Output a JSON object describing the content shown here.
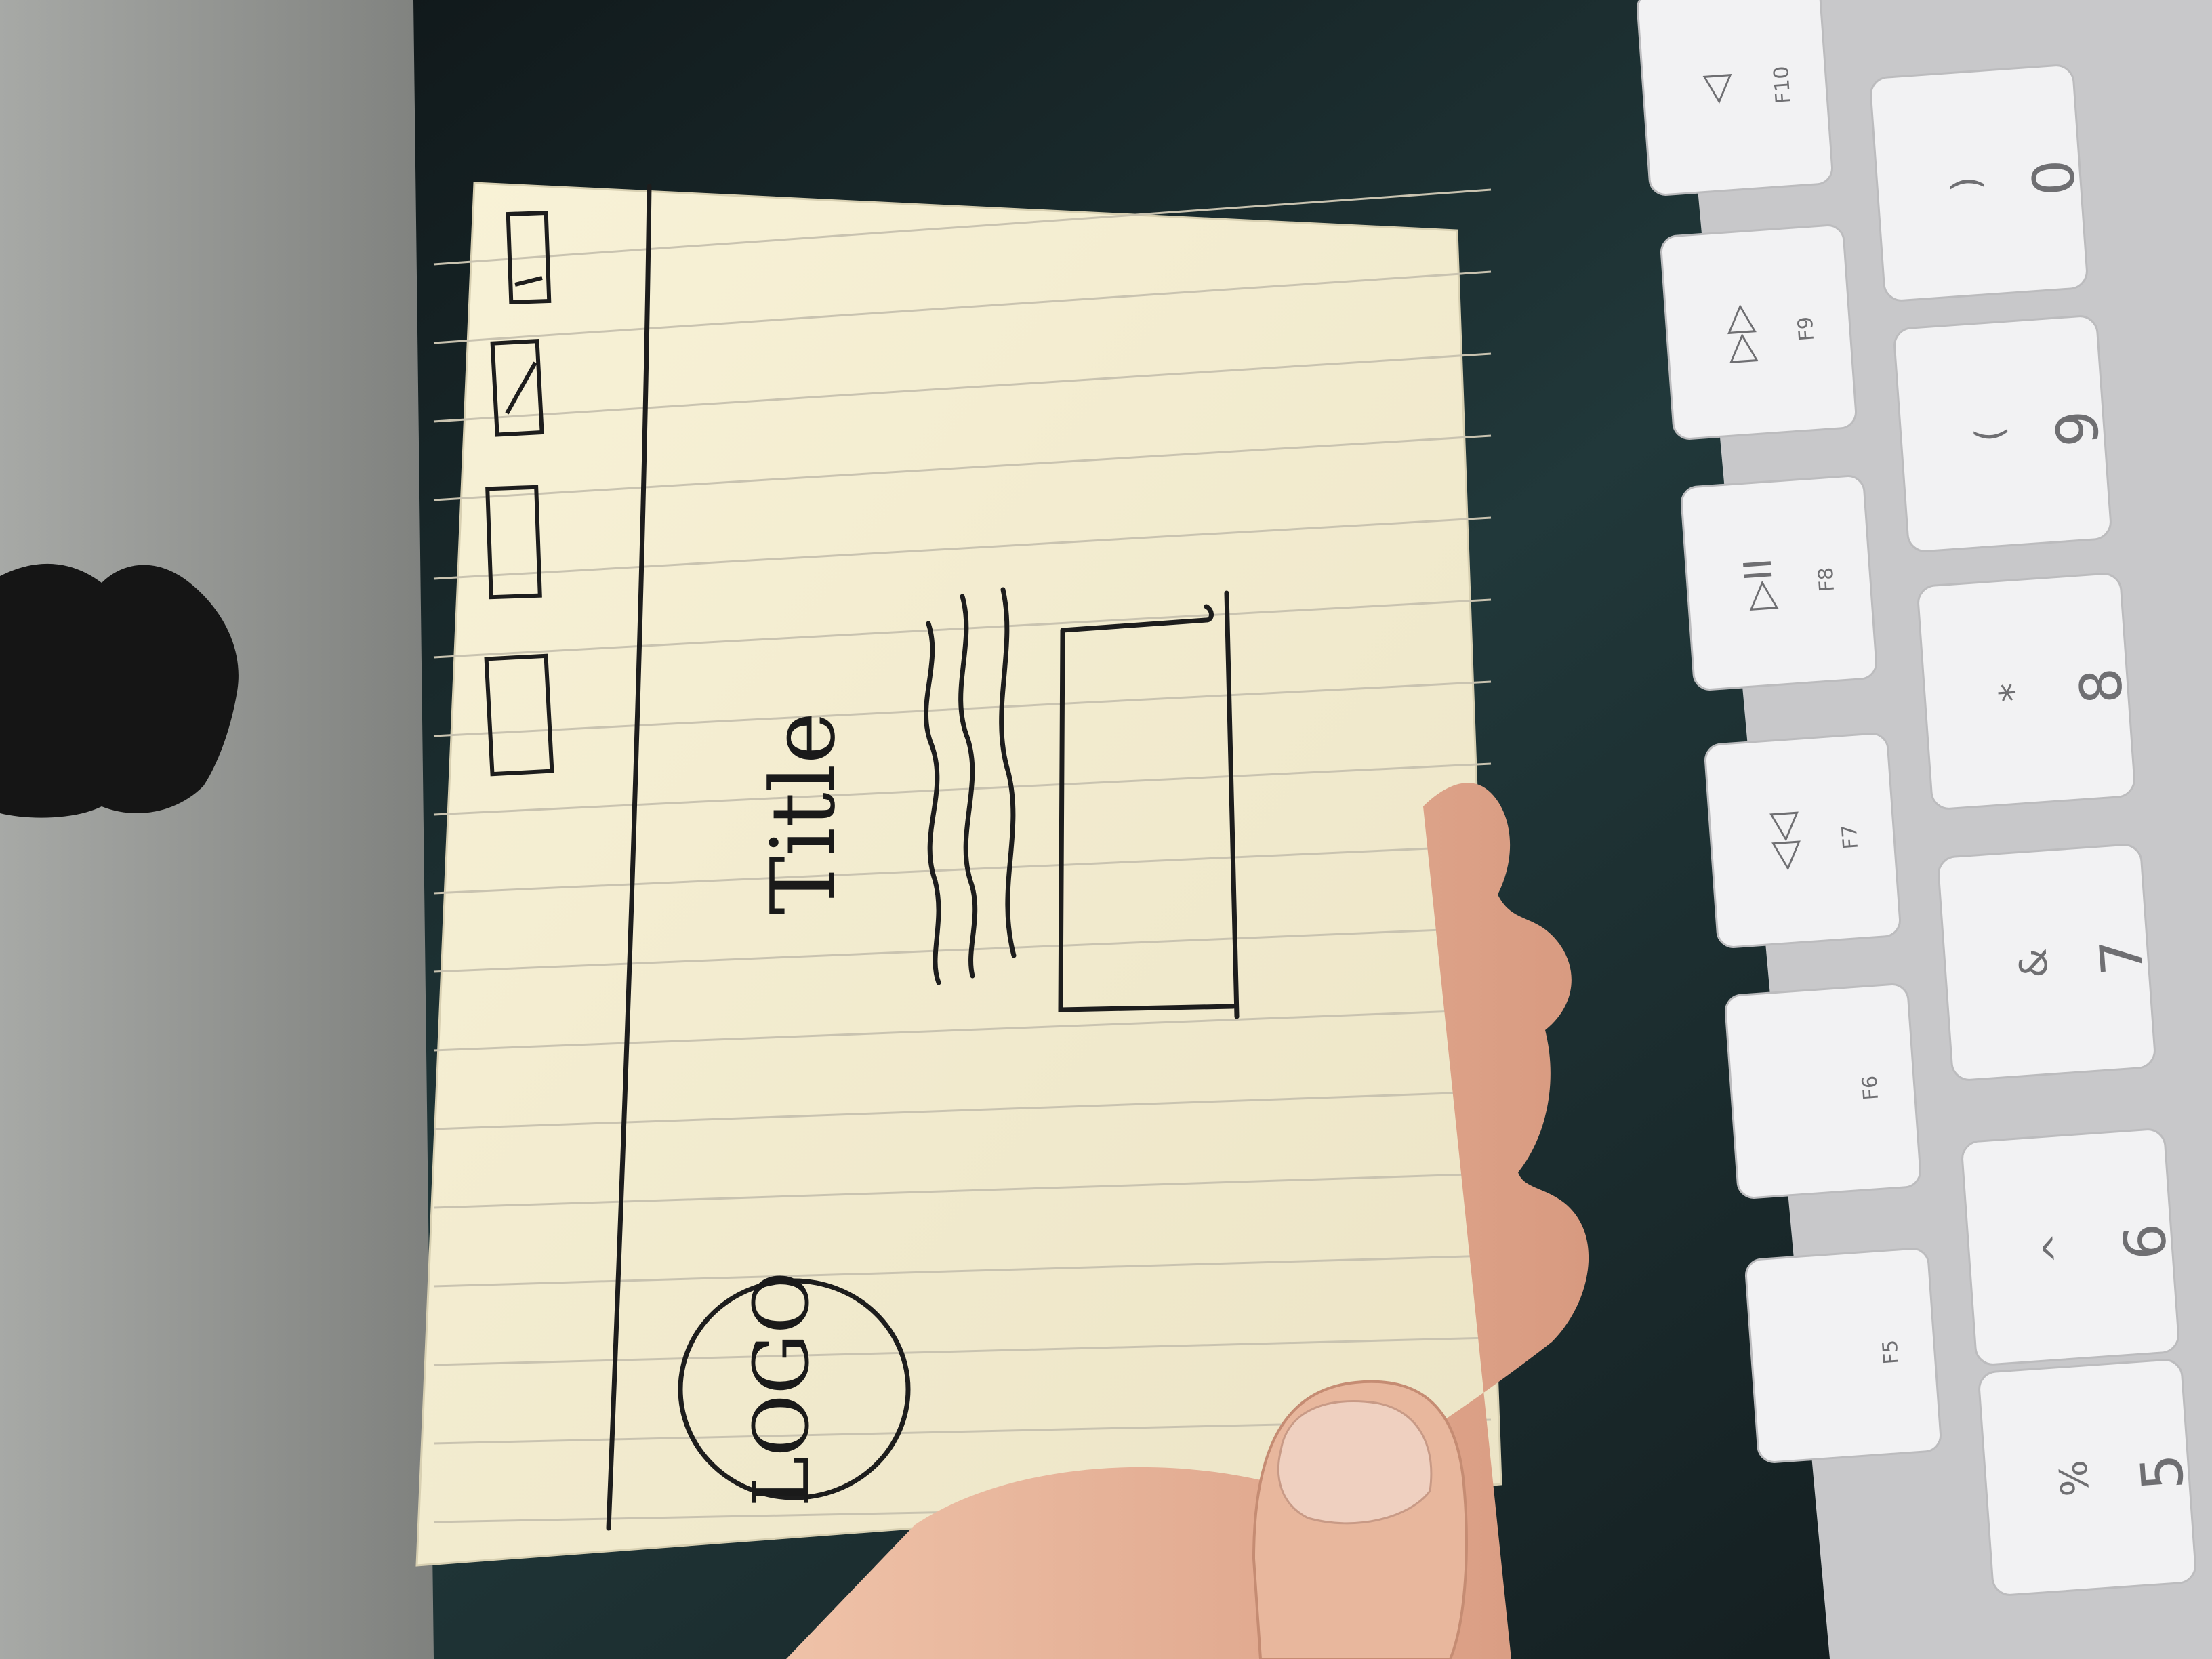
{
  "sketch": {
    "title": "Title",
    "logo": "LOGO",
    "nav_checkbox_count": 4
  },
  "keyboard": {
    "function_keys": [
      {
        "label": "F5"
      },
      {
        "label": "F6"
      },
      {
        "label": "F7",
        "symbol": "◁◁"
      },
      {
        "label": "F8",
        "symbol": "▷II"
      },
      {
        "label": "F9",
        "symbol": "▷▷"
      },
      {
        "label": "F10",
        "symbol": "◁"
      }
    ],
    "number_keys": [
      {
        "top": "%",
        "bottom": "5"
      },
      {
        "top": "^",
        "bottom": "6"
      },
      {
        "top": "&",
        "bottom": "7"
      },
      {
        "top": "*",
        "bottom": "8"
      },
      {
        "top": "(",
        "bottom": "9"
      },
      {
        "top": ")",
        "bottom": "0"
      }
    ]
  },
  "colors": {
    "paper": "#f6f0d4",
    "ink": "#1d1d1d",
    "rule_line": "#c9c3b0",
    "laptop": "#8d8f8c",
    "desk": "#1c2628",
    "key": "#f2f2f3",
    "keyboard_frame": "#c8c8ca",
    "skin": "#e7b49a"
  }
}
